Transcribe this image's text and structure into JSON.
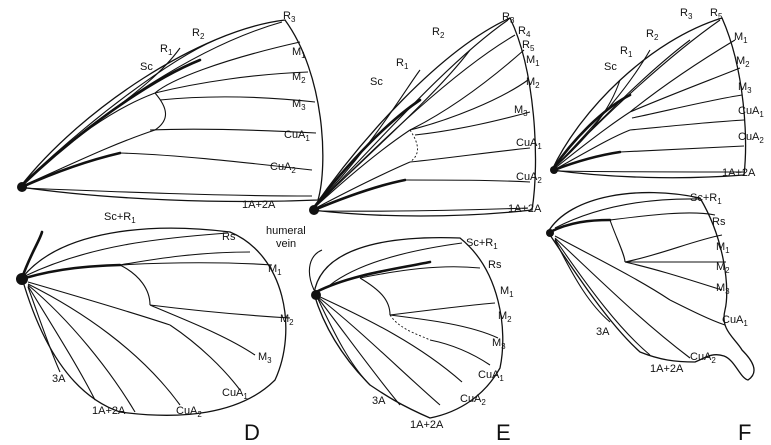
{
  "panels": [
    {
      "letter": "D",
      "forewing": [
        "Sc",
        "R",
        "1",
        "R",
        "2",
        "R",
        "3",
        "M",
        "1",
        "M",
        "2",
        "M",
        "3",
        "CuA",
        "1",
        "CuA",
        "2",
        "1A+2A"
      ],
      "hindwing": [
        "Sc+R",
        "1",
        "Rs",
        "M",
        "1",
        "M",
        "2",
        "M",
        "3",
        "CuA",
        "1",
        "CuA",
        "2",
        "1A+2A",
        "3A"
      ]
    },
    {
      "letter": "E",
      "forewing": [
        "Sc",
        "R",
        "1",
        "R",
        "2",
        "R",
        "3",
        "R",
        "4",
        "R",
        "5",
        "M",
        "1",
        "M",
        "2",
        "M",
        "3",
        "CuA",
        "1",
        "CuA",
        "2",
        "1A+2A"
      ],
      "hindwing": [
        "humeral",
        "vein",
        "Sc+R",
        "1",
        "Rs",
        "M",
        "1",
        "M",
        "2",
        "M",
        "3",
        "CuA",
        "1",
        "CuA",
        "2",
        "1A+2A",
        "3A"
      ]
    },
    {
      "letter": "F",
      "forewing": [
        "Sc",
        "R",
        "1",
        "R",
        "2",
        "R",
        "3",
        "R",
        "5",
        "M",
        "1",
        "M",
        "2",
        "M",
        "3",
        "CuA",
        "1",
        "CuA",
        "2",
        "1A+2A"
      ],
      "hindwing": [
        "Sc+R",
        "1",
        "Rs",
        "M",
        "1",
        "M",
        "2",
        "M",
        "3",
        "CuA",
        "1",
        "CuA",
        "2",
        "1A+2A",
        "3A"
      ]
    }
  ]
}
